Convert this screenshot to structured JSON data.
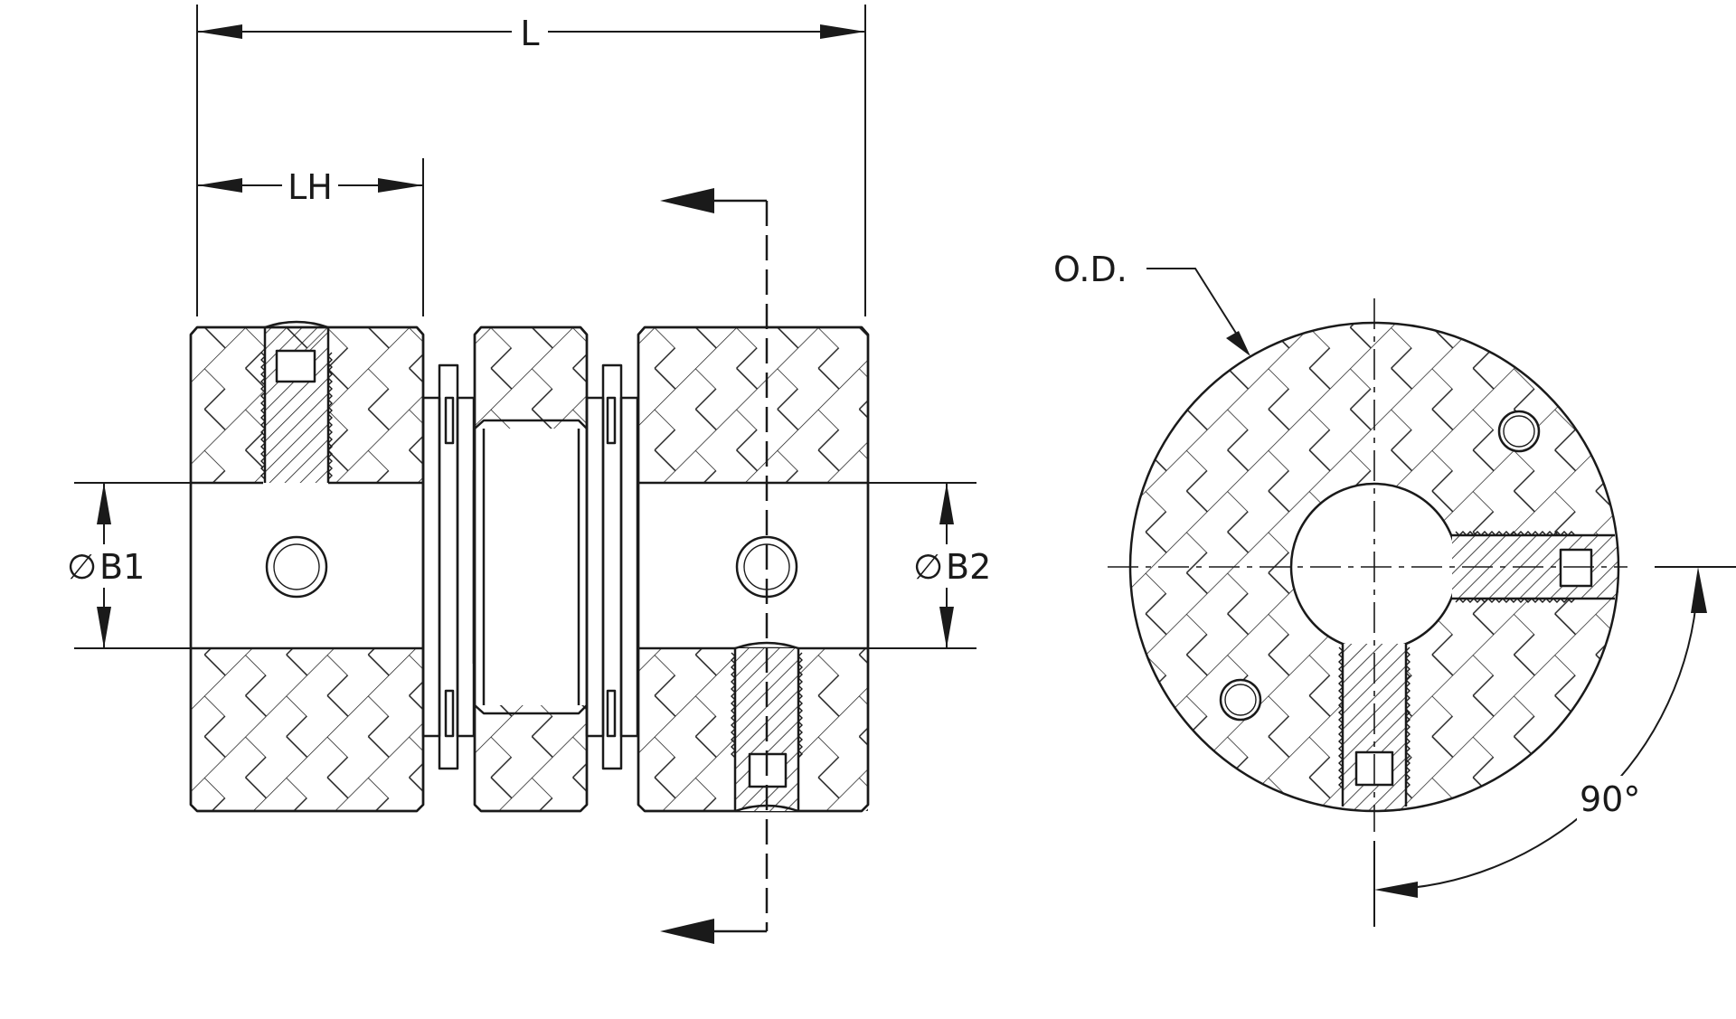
{
  "drawing": {
    "views": [
      {
        "name": "side-section-view",
        "dimensions": {
          "overall_length": "L",
          "hub_length": "LH",
          "bore_1": "B1",
          "bore_2": "B2",
          "diameter_symbol": "∅"
        }
      },
      {
        "name": "end-section-view",
        "dimensions": {
          "outer_diameter": "O.D.",
          "set_screw_angle": "90°"
        }
      }
    ]
  }
}
